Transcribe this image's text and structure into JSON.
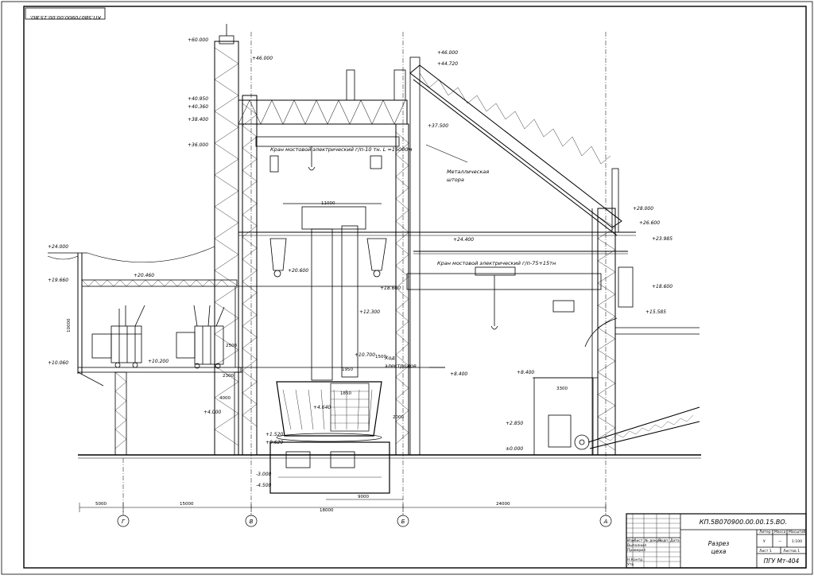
{
  "drawing": {
    "code_rotated": "КП.5В070900.00.00.15.ВО.",
    "elevations": {
      "e60": "+60.000",
      "e46a": "+46.000",
      "e46b": "+46.000",
      "e44": "+44.720",
      "e40_9": "+40.950",
      "e40_3": "+40.360",
      "e38": "+38.400",
      "e37": "+37.500",
      "e36": "+36.000",
      "e28": "+28.000",
      "e26": "+26.600",
      "e24l": "+24.000",
      "e24c": "+24.400",
      "e23": "+23.985",
      "e20_4": "+20.460",
      "e20_6": "+20.600",
      "e19": "+19.660",
      "e18_6l": "+18.600",
      "e18_6r": "+18.600",
      "e15": "+15.585",
      "e12": "+12.300",
      "e10_7": "+10.700",
      "e10_2": "+10.200",
      "e10_0": "+10.060",
      "e8_4a": "+8.400",
      "e8_4b": "+8.400",
      "e4_6": "+4.640",
      "e4": "+4.000",
      "e2_8": "+2.850",
      "e1_5": "+1.520",
      "e0_6": "+0.620",
      "e0": "±0.000",
      "em3": "-3.000",
      "em4": "-4.500"
    },
    "labels": {
      "crane_top": "Кран мостовой электрический г/п-10 тн. L =16000м",
      "crane_mid": "Кран мостовой электрический г/п-75+15тн",
      "curtain_1": "Металлическая",
      "curtain_2": "штора",
      "stroke_1": "Ход",
      "stroke_2": "электродов"
    },
    "dimensions": {
      "d11000": "11000",
      "d10000": "10000",
      "d2500": "2500",
      "d2300": "2300",
      "d1500": "1500",
      "d1950": "1950",
      "d1850": "1850",
      "d4000": "4000",
      "d3300": "3300",
      "d2000": "2000",
      "b5000": "5000",
      "b15000": "15000",
      "b18000": "18000",
      "b9000": "9000",
      "b24000": "24000"
    },
    "axes": {
      "g": "Г",
      "v": "В",
      "b": "Б",
      "a": "А"
    }
  },
  "title_block": {
    "code": "КП.5В070900.00.00.15.ВО.",
    "name_1": "Разрез",
    "name_2": "цеха",
    "group": "ПГУ Мт-404",
    "col_izm": "Изм.",
    "col_list": "Лист",
    "col_doc": "№ докум.",
    "col_sign": "Подп.",
    "col_date": "Дата",
    "row_dev": "Выполнил",
    "row_chk": "Проверил",
    "row_norm": "Н.Контр.",
    "row_appr": "Утв.",
    "h_liter": "Литер",
    "h_mass": "Масса",
    "h_scale": "Масштаб",
    "v_liter": "У",
    "v_mass": "—",
    "v_scale": "1:100",
    "sheet": "Лист 1",
    "sheets": "Листов 1"
  }
}
